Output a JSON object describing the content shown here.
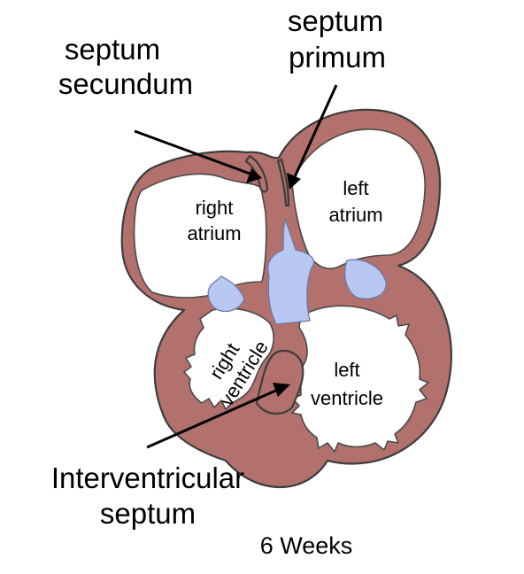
{
  "labels": {
    "septum_secundum": [
      "septum",
      "secundum"
    ],
    "septum_primum": [
      "septum",
      "primum"
    ],
    "right_atrium": [
      "right",
      "atrium"
    ],
    "left_atrium": [
      "left",
      "atrium"
    ],
    "right_ventricle": [
      "right",
      "ventricle"
    ],
    "left_ventricle": [
      "left",
      "ventricle"
    ],
    "interventricular_septum": [
      "Interventricular",
      "septum"
    ],
    "caption": "6 Weeks"
  },
  "colors": {
    "myocardium": "#b2716c",
    "endocardial_cushion": "#b9c8f2",
    "chamber": "#ffffff",
    "outline": "#3d3d3d",
    "text": "#000000"
  }
}
